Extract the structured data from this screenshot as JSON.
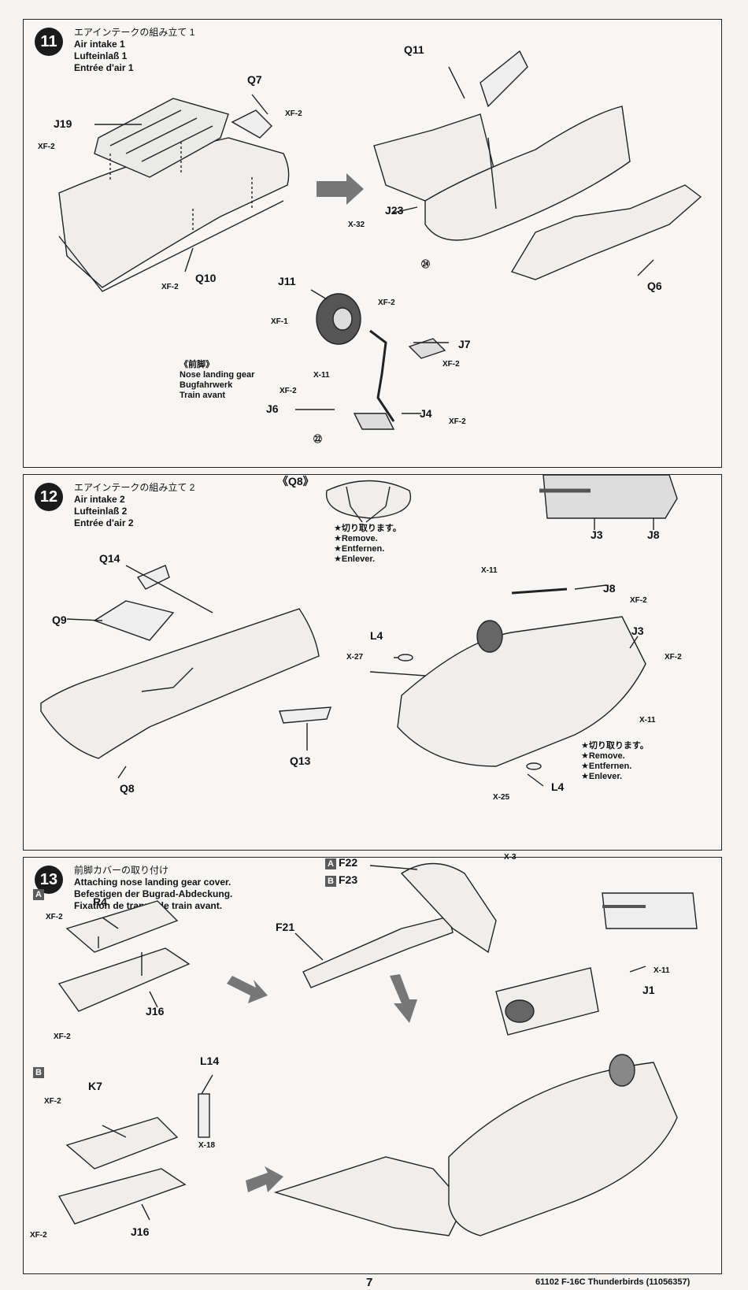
{
  "step11": {
    "number": "11",
    "title_jp": "エアインテークの組み立て 1",
    "title_en": "Air intake 1",
    "title_de": "Lufteinlaß 1",
    "title_fr": "Entrée d'air 1",
    "labels": {
      "J19": "J19",
      "Q7": "Q7",
      "Q10": "Q10",
      "Q11": "Q11",
      "J23": "J23",
      "Q6": "Q6",
      "J11": "J11",
      "J7": "J7",
      "J6": "J6",
      "J4": "J4"
    },
    "colors": {
      "xf2_a": "XF-2",
      "xf2_b": "XF-2",
      "xf2_c": "XF-2",
      "x32": "X-32",
      "xf2_d": "XF-2",
      "xf1": "XF-1",
      "xf2_e": "XF-2",
      "x11": "X-11",
      "xf2_f": "XF-2",
      "xf2_g": "XF-2"
    },
    "ref24": "㉔",
    "ref22": "㉒",
    "nose_gear_jp": "《前脚》",
    "nose_gear_en": "Nose landing gear",
    "nose_gear_de": "Bugfahrwerk",
    "nose_gear_fr": "Train avant"
  },
  "step12": {
    "number": "12",
    "title_jp": "エアインテークの組み立て 2",
    "title_en": "Air intake 2",
    "title_de": "Lufteinlaß 2",
    "title_fr": "Entrée d'air 2",
    "q8_ref": "《Q8》",
    "cut_note": [
      "★切り取ります。",
      "★Remove.",
      "★Entfernen.",
      "★Enlever."
    ],
    "cut_note2": [
      "★切り取ります。",
      "★Remove.",
      "★Entfernen.",
      "★Enlever."
    ],
    "labels": {
      "Q14": "Q14",
      "Q9": "Q9",
      "Q13": "Q13",
      "Q8": "Q8",
      "J3": "J3",
      "J8": "J8",
      "J8b": "J8",
      "J3b": "J3",
      "L4": "L4",
      "L4b": "L4"
    },
    "colors": {
      "x11a": "X-11",
      "xf2a": "XF-2",
      "xf2b": "XF-2",
      "x27": "X-27",
      "x11b": "X-11",
      "x25": "X-25"
    }
  },
  "step13": {
    "number": "13",
    "title_jp": "前脚カバーの取り付け",
    "title_en": "Attaching nose landing gear cover.",
    "title_de": "Befestigen der Bugrad-Abdeckung.",
    "title_fr": "Fixation de trappe de train avant.",
    "variant_a": "A",
    "variant_b": "B",
    "opt_a_part": "F22",
    "opt_b_part": "F23",
    "labels": {
      "R4": "R4",
      "J16a": "J16",
      "K7": "K7",
      "L14": "L14",
      "J16b": "J16",
      "F21": "F21",
      "J1": "J1"
    },
    "colors": {
      "xf2a": "XF-2",
      "xf2b": "XF-2",
      "xf2c": "XF-2",
      "xf2d": "XF-2",
      "x18": "X-18",
      "x3": "X-3",
      "x11": "X-11"
    }
  },
  "footer": {
    "page": "7",
    "code": "61102  F-16C Thunderbirds (11056357)"
  }
}
